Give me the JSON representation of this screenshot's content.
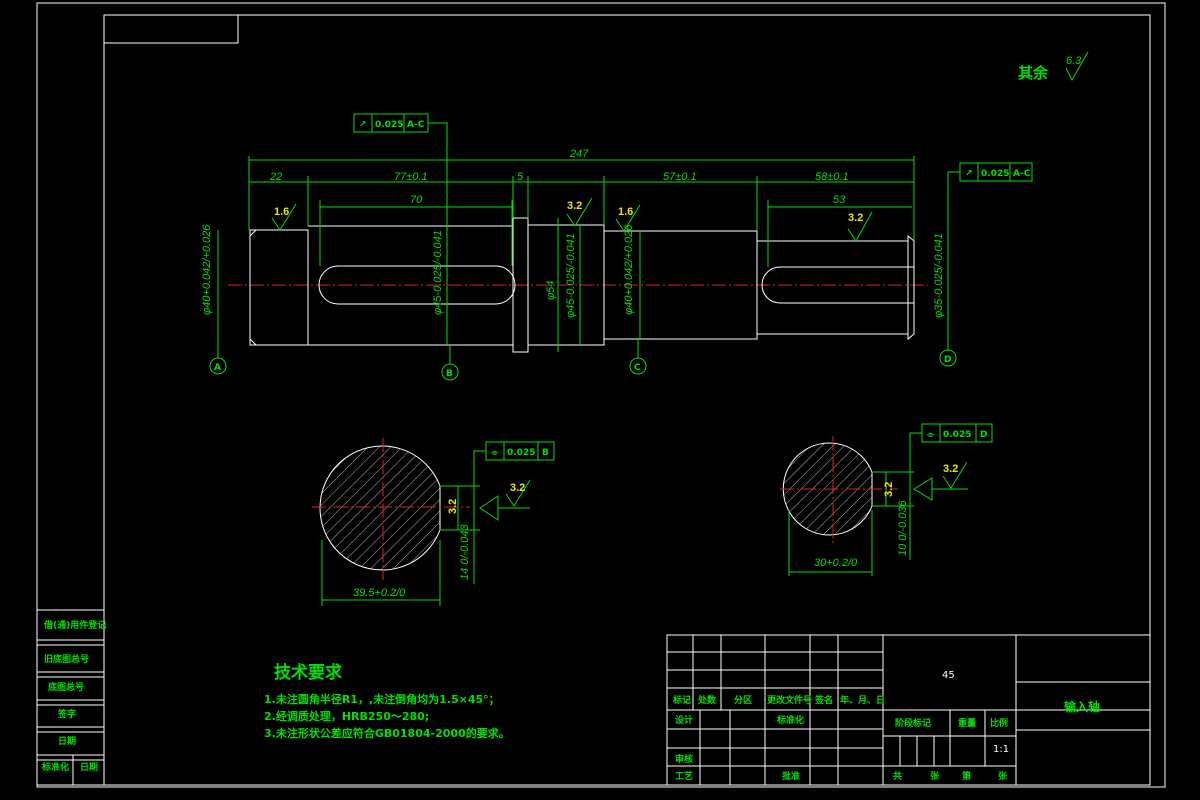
{
  "roughness": {
    "rest_label": "其余",
    "rest_value": "6.3",
    "ra_16": "1.6",
    "ra_32": "3.2"
  },
  "tolerance": {
    "runout_ac_left": {
      "sym": "↗",
      "val": "0.025",
      "ref": "A-C"
    },
    "runout_ac_right": {
      "sym": "↗",
      "val": "0.025",
      "ref": "A-C"
    },
    "sym_b": {
      "sym": "⌯",
      "val": "0.025",
      "ref": "B"
    },
    "sym_d": {
      "sym": "⌯",
      "val": "0.025",
      "ref": "D"
    }
  },
  "dims": {
    "total": "247",
    "d22": "22",
    "d77": "77±0.1",
    "d5": "5",
    "d57": "57±0.1",
    "d58": "58±0.1",
    "d70": "70",
    "d53": "53",
    "dia40a": "φ40+0.042/+0.026",
    "dia45": "φ45-0.025/-0.041",
    "dia54": "φ54",
    "dia45b": "φ45-0.025/-0.041",
    "dia40b": "φ40+0.042/+0.026",
    "dia35": "φ35-0.025/-0.041",
    "key_w1": "14 0/-0.043",
    "key_d1": "39.5+0.2/0",
    "key_w2": "10 0/-0.036",
    "key_d2": "30+0.2/0"
  },
  "datums": [
    "A",
    "B",
    "C",
    "D"
  ],
  "tech": {
    "title": "技术要求",
    "items": [
      "1.未注圆角半径R1，,未注倒角均为1.5×45°；",
      "2.经调质处理，HRB250～280;",
      "3.未注形状公差应符合GB01804-2000的要求。"
    ]
  },
  "title_block": {
    "material": "45",
    "part_name": "输入轴",
    "scale": "1:1",
    "row_labels": [
      "标记",
      "处数",
      "分区",
      "更改文件号",
      "签名",
      "年、月、日"
    ],
    "design": "设计",
    "standard": "标准化",
    "stage_mark": "阶段标记",
    "weight": "重量",
    "scale_label": "比例",
    "review": "审核",
    "process": "工艺",
    "approve": "批准",
    "sheets": [
      "共",
      "张",
      "第",
      "张"
    ]
  },
  "side_block": [
    "借(通)用件登记",
    "旧底图总号",
    "底图总号",
    "签字",
    "日期",
    "标准化",
    "日期"
  ]
}
